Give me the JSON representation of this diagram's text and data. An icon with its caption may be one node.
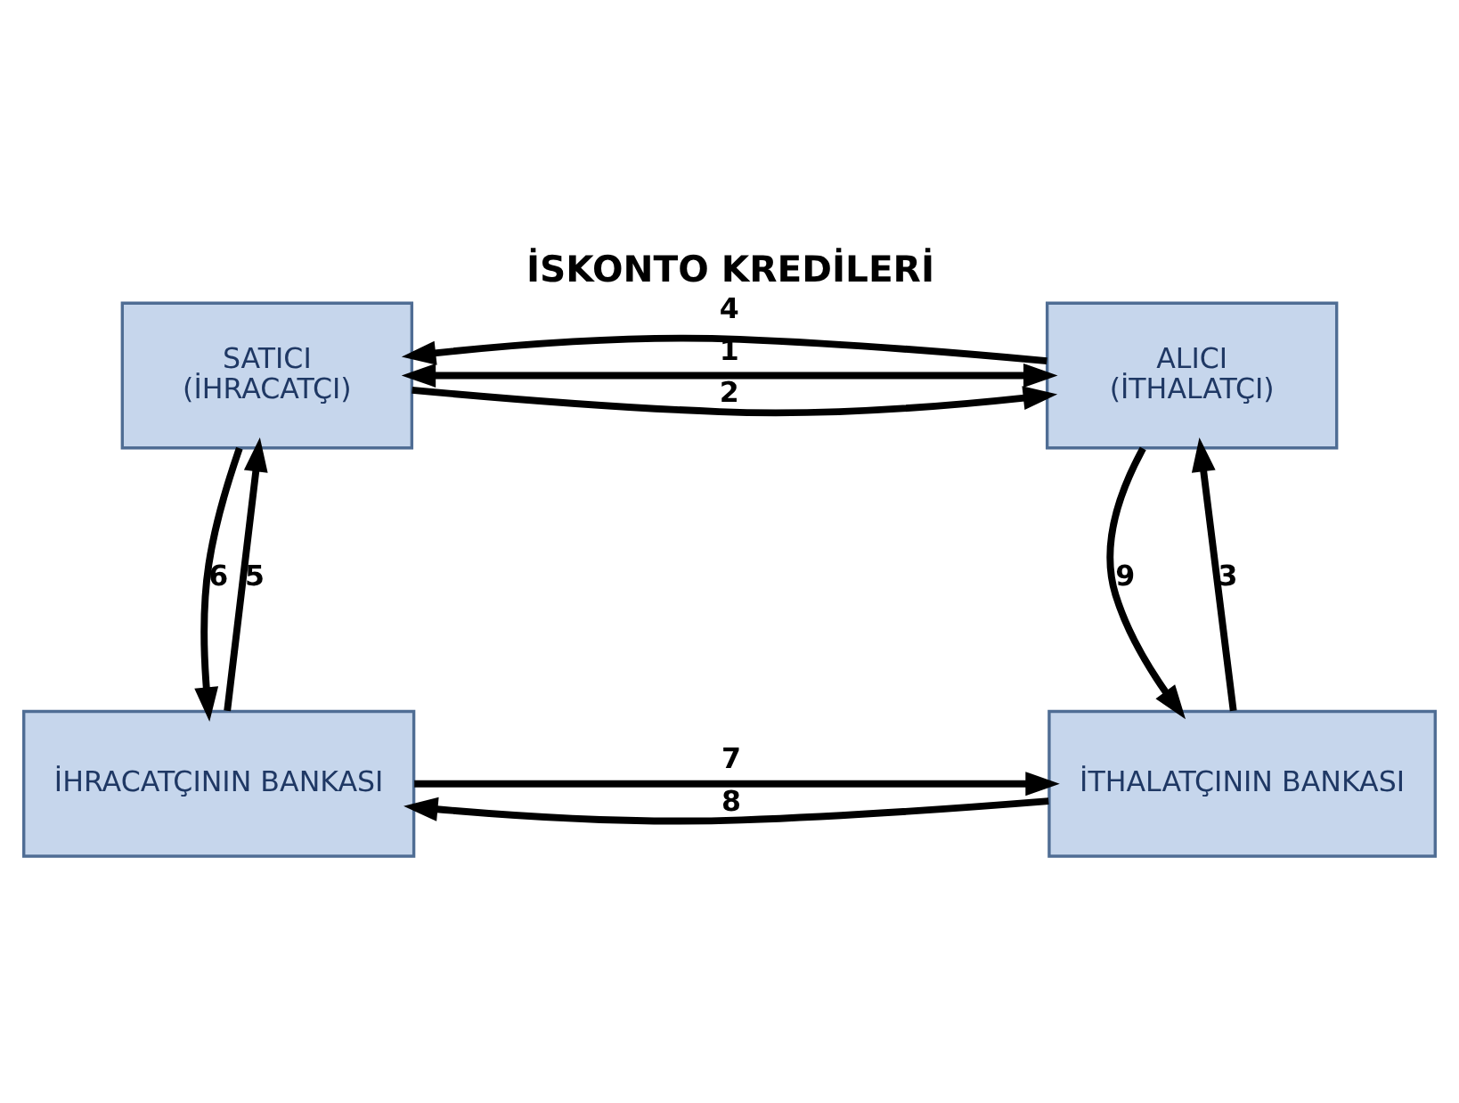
{
  "diagram": {
    "title": "İSKONTO KREDİLERİ",
    "nodes": [
      {
        "text": [
          "SATICI",
          "(İHRACATÇI)"
        ]
      },
      {
        "text": [
          "ALICI",
          "(İTHALATÇI)"
        ]
      },
      {
        "text": [
          "İHRACATÇININ BANKASI"
        ]
      },
      {
        "text": [
          "İTHALATÇININ BANKASI"
        ]
      }
    ],
    "edges": [
      {
        "from": 0,
        "to": 1,
        "arrow": "both",
        "label": "1"
      },
      {
        "from": 0,
        "to": 1,
        "arrow": "to",
        "label": "2"
      },
      {
        "from": 1,
        "to": 0,
        "arrow": "to",
        "label": "4"
      },
      {
        "from": 2,
        "to": 0,
        "arrow": "to",
        "label": "5"
      },
      {
        "from": 0,
        "to": 2,
        "arrow": "to",
        "label": "6"
      },
      {
        "from": 3,
        "to": 1,
        "arrow": "to",
        "label": "3"
      },
      {
        "from": 1,
        "to": 3,
        "arrow": "to",
        "label": "9"
      },
      {
        "from": 2,
        "to": 3,
        "arrow": "to",
        "label": "7"
      },
      {
        "from": 3,
        "to": 2,
        "arrow": "to",
        "label": "8"
      }
    ]
  }
}
